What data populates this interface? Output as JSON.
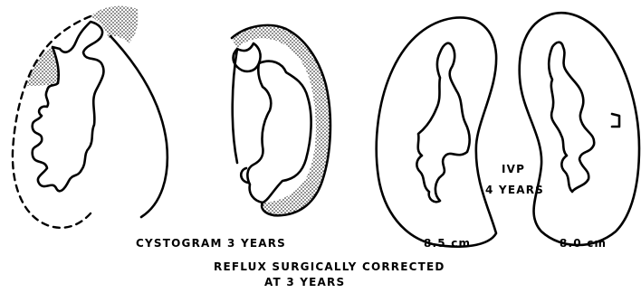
{
  "labels": {
    "cystogram": "CYSTOGRAM  3 YEARS",
    "ivp_line1": "IVP",
    "ivp_line2": "4 YEARS",
    "size_left": "8.5 cm",
    "size_right": "8.0 cm",
    "caption_line1": "REFLUX SURGICALLY CORRECTED",
    "caption_line2": "AT 3 YEARS"
  }
}
